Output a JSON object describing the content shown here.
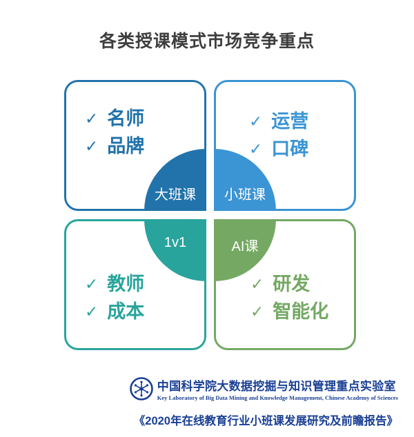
{
  "title": "各类授课模式市场竞争重点",
  "checkmark": "✓",
  "colors": {
    "dark-blue": "#2273ab",
    "light-blue": "#3b94d4",
    "teal": "#28a49c",
    "green": "#74a863",
    "title-text": "#3e3e3e",
    "footer-blue": "#1a3f94"
  },
  "quadrants": [
    {
      "name": "large-class",
      "circle_label": "大班课",
      "items": [
        "名师",
        "品牌"
      ],
      "color": "#2273ab"
    },
    {
      "name": "small-class",
      "circle_label": "小班课",
      "items": [
        "运营",
        "口碑"
      ],
      "color": "#3b94d4"
    },
    {
      "name": "one-on-one",
      "circle_label": "1v1",
      "items": [
        "教师",
        "成本"
      ],
      "color": "#28a49c"
    },
    {
      "name": "ai-class",
      "circle_label": "AI课",
      "items": [
        "研发",
        "智能化"
      ],
      "color": "#74a863"
    }
  ],
  "footer": {
    "lab_name_cn": "中国科学院大数据挖掘与知识管理重点实验室",
    "lab_name_en": "Key Laboratory of Big Data Mining and Knowledge Management, Chinese Academy of Sciences",
    "report_title": "《2020年在线教育行业小班课发展研究及前瞻报告》"
  }
}
